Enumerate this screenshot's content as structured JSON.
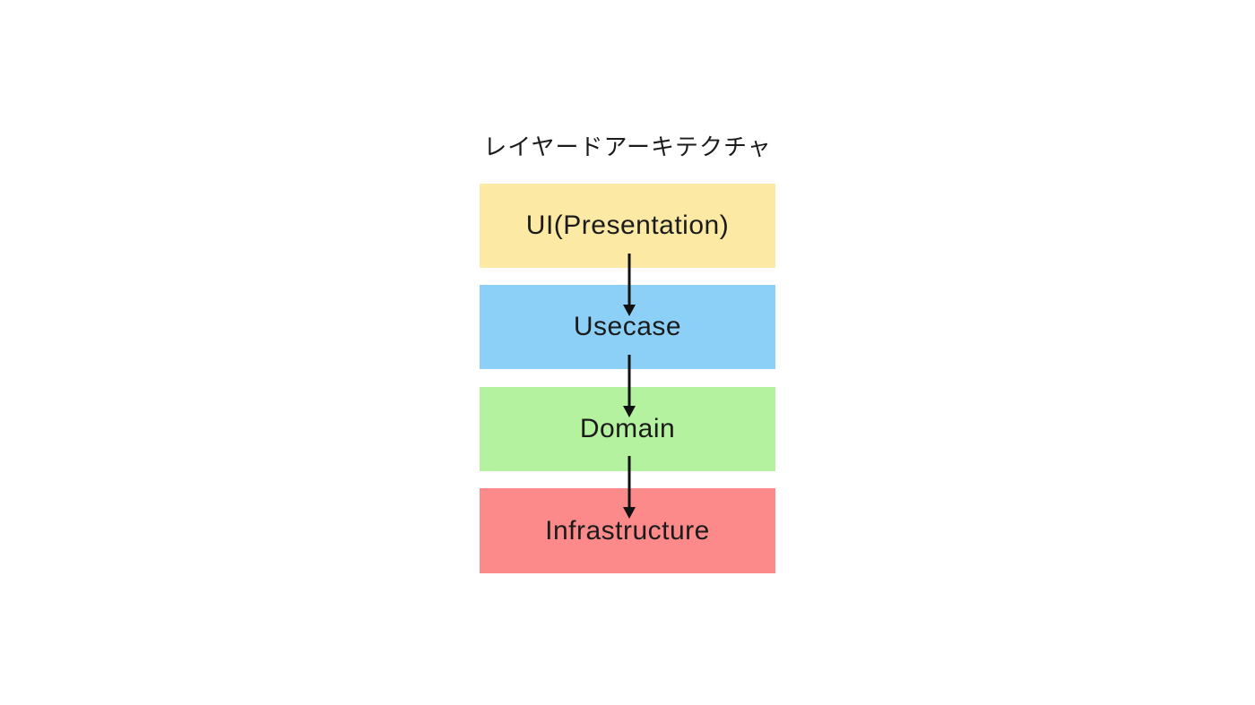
{
  "diagram": {
    "title": "レイヤードアーキテクチャ",
    "background": "#ffffff",
    "text_color": "#1b1b1b",
    "arrow_color": "#111111"
  },
  "layers": [
    {
      "label": "UI(Presentation)",
      "color": "#fbe9a4"
    },
    {
      "label": "Usecase",
      "color": "#8cd0f8"
    },
    {
      "label": "Domain",
      "color": "#b5f2a0"
    },
    {
      "label": "Infrastructure",
      "color": "#fc8a8a"
    }
  ],
  "arrows": [
    {
      "from": "UI(Presentation)",
      "to": "Usecase"
    },
    {
      "from": "Usecase",
      "to": "Domain"
    },
    {
      "from": "Domain",
      "to": "Infrastructure"
    }
  ]
}
